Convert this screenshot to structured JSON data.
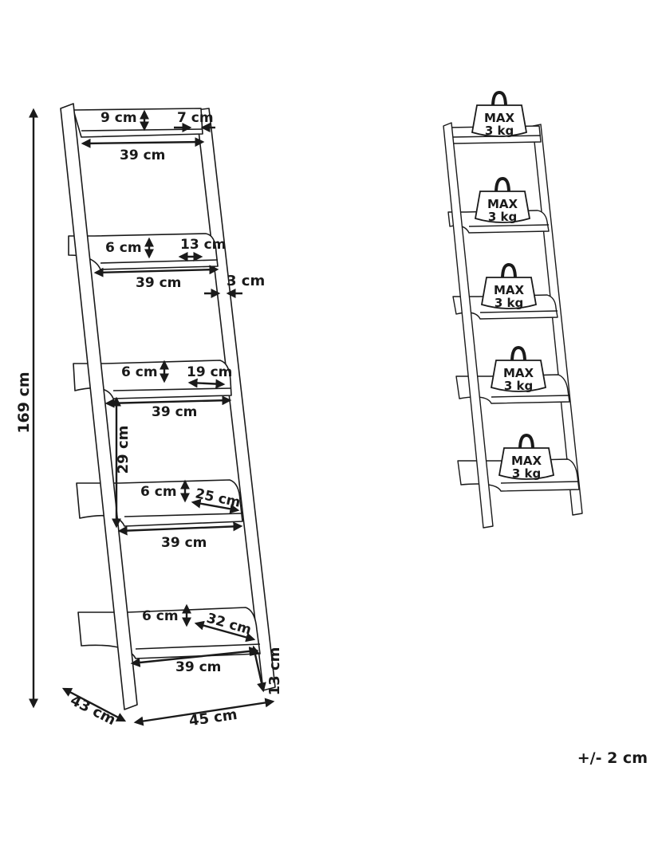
{
  "labels": {
    "height_total": "169 cm",
    "depth_total": "43 cm",
    "width_total": "45 cm",
    "bottom_lift": "13 cm",
    "leg_width": "3 cm",
    "shelf_spacing": "29 cm",
    "tolerance": "+/- 2 cm"
  },
  "shelves": [
    {
      "height": "9 cm",
      "depth": "7 cm",
      "width": "39 cm"
    },
    {
      "height": "6 cm",
      "depth": "13 cm",
      "width": "39 cm"
    },
    {
      "height": "6 cm",
      "depth": "19 cm",
      "width": "39 cm"
    },
    {
      "height": "6 cm",
      "depth": "25 cm",
      "width": "39 cm"
    },
    {
      "height": "6 cm",
      "depth": "32 cm",
      "width": "39 cm"
    }
  ],
  "weights": [
    {
      "line1": "MAX",
      "line2": "3 kg"
    },
    {
      "line1": "MAX",
      "line2": "3 kg"
    },
    {
      "line1": "MAX",
      "line2": "3 kg"
    },
    {
      "line1": "MAX",
      "line2": "3 kg"
    },
    {
      "line1": "MAX",
      "line2": "3 kg"
    }
  ]
}
